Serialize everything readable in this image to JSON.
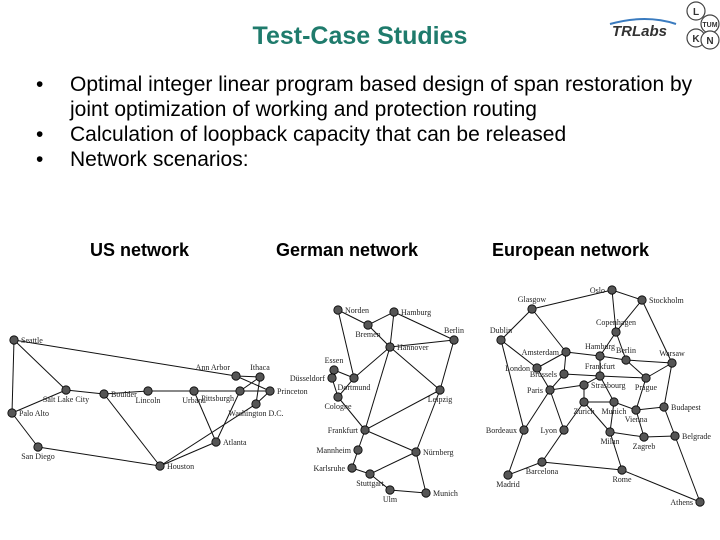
{
  "slide": {
    "title": "Test-Case Studies",
    "bullets": [
      "Optimal integer linear program based design of span restoration by joint optimization of working and protection routing",
      "Calculation of loopback capacity that can be released",
      "Network scenarios:"
    ],
    "network_titles": {
      "us": "US network",
      "german": "German network",
      "european": "European network"
    }
  },
  "logo": {
    "text": "TRLabs",
    "circle_letters": [
      "L",
      "TUM",
      "K",
      "N"
    ]
  },
  "colors": {
    "title": "#1f7b6c",
    "node_fill": "#555555",
    "link": "#111111"
  },
  "networks": {
    "us": {
      "nodes": [
        {
          "id": "seattle",
          "label": "Seattle"
        },
        {
          "id": "palo_alto",
          "label": "Palo Alto"
        },
        {
          "id": "san_diego",
          "label": "San Diego"
        },
        {
          "id": "salt_lake",
          "label": "Salt Lake City"
        },
        {
          "id": "boulder",
          "label": "Boulder"
        },
        {
          "id": "lincoln",
          "label": "Lincoln"
        },
        {
          "id": "urbana",
          "label": "Urbana"
        },
        {
          "id": "houston",
          "label": "Houston"
        },
        {
          "id": "ann_arbor",
          "label": "Ann Arbor"
        },
        {
          "id": "ithaca",
          "label": "Ithaca"
        },
        {
          "id": "pittsburgh",
          "label": "Pittsburgh"
        },
        {
          "id": "princeton",
          "label": "Princeton"
        },
        {
          "id": "washington",
          "label": "Washington D.C."
        },
        {
          "id": "atlanta",
          "label": "Atlanta"
        }
      ]
    },
    "german": {
      "nodes": [
        {
          "id": "norden",
          "label": "Norden"
        },
        {
          "id": "hamburg",
          "label": "Hamburg"
        },
        {
          "id": "bremen",
          "label": "Bremen"
        },
        {
          "id": "berlin",
          "label": "Berlin"
        },
        {
          "id": "hannover",
          "label": "Hannover"
        },
        {
          "id": "essen",
          "label": "Essen"
        },
        {
          "id": "duesseldorf",
          "label": "Düsseldorf"
        },
        {
          "id": "dortmund",
          "label": "Dortmund"
        },
        {
          "id": "koeln",
          "label": "Cologne"
        },
        {
          "id": "leipzig",
          "label": "Leipzig"
        },
        {
          "id": "frankfurt",
          "label": "Frankfurt"
        },
        {
          "id": "mannheim",
          "label": "Mannheim"
        },
        {
          "id": "nuernberg",
          "label": "Nürnberg"
        },
        {
          "id": "karlsruhe",
          "label": "Karlsruhe"
        },
        {
          "id": "stuttgart",
          "label": "Stuttgart"
        },
        {
          "id": "ulm",
          "label": "Ulm"
        },
        {
          "id": "muenchen",
          "label": "Munich"
        }
      ]
    },
    "european": {
      "nodes": [
        {
          "id": "oslo",
          "label": "Oslo"
        },
        {
          "id": "glasgow",
          "label": "Glasgow"
        },
        {
          "id": "stockholm",
          "label": "Stockholm"
        },
        {
          "id": "copenhagen",
          "label": "Copenhagen"
        },
        {
          "id": "dublin",
          "label": "Dublin"
        },
        {
          "id": "amsterdam",
          "label": "Amsterdam"
        },
        {
          "id": "hamburg_e",
          "label": "Hamburg"
        },
        {
          "id": "berlin_e",
          "label": "Berlin"
        },
        {
          "id": "warsaw",
          "label": "Warsaw"
        },
        {
          "id": "london",
          "label": "London"
        },
        {
          "id": "brussels",
          "label": "Brussels"
        },
        {
          "id": "frankfurt_e",
          "label": "Frankfurt"
        },
        {
          "id": "prague",
          "label": "Prague"
        },
        {
          "id": "paris",
          "label": "Paris"
        },
        {
          "id": "strasbourg",
          "label": "Strasbourg"
        },
        {
          "id": "zurich",
          "label": "Zurich"
        },
        {
          "id": "munich_e",
          "label": "Munich"
        },
        {
          "id": "vienna",
          "label": "Vienna"
        },
        {
          "id": "budapest",
          "label": "Budapest"
        },
        {
          "id": "bordeaux",
          "label": "Bordeaux"
        },
        {
          "id": "lyon",
          "label": "Lyon"
        },
        {
          "id": "milan",
          "label": "Milan"
        },
        {
          "id": "zagreb",
          "label": "Zagreb"
        },
        {
          "id": "belgrade",
          "label": "Belgrade"
        },
        {
          "id": "madrid",
          "label": "Madrid"
        },
        {
          "id": "barcelona",
          "label": "Barcelona"
        },
        {
          "id": "rome",
          "label": "Rome"
        },
        {
          "id": "athens",
          "label": "Athens"
        }
      ]
    }
  }
}
